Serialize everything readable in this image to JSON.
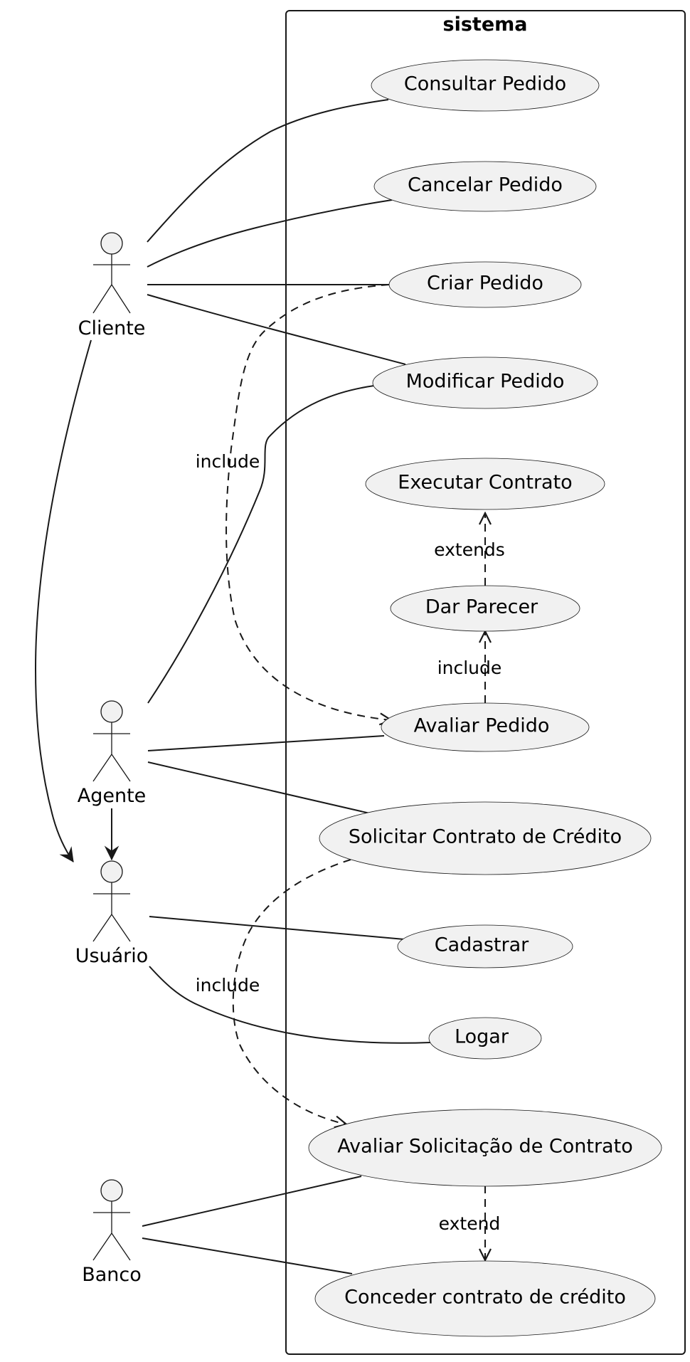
{
  "system": {
    "title": "sistema"
  },
  "actors": {
    "cliente": "Cliente",
    "agente": "Agente",
    "usuario": "Usuário",
    "banco": "Banco"
  },
  "use_cases": {
    "consultar_pedido": "Consultar Pedido",
    "cancelar_pedido": "Cancelar Pedido",
    "criar_pedido": "Criar Pedido",
    "modificar_pedido": "Modificar Pedido",
    "executar_contrato": "Executar Contrato",
    "dar_parecer": "Dar Parecer",
    "avaliar_pedido": "Avaliar Pedido",
    "solicitar_contrato": "Solicitar Contrato de Crédito",
    "cadastrar": "Cadastrar",
    "logar": "Logar",
    "avaliar_solicitacao": "Avaliar Solicitação de Contrato",
    "conceder_contrato": "Conceder contrato de crédito"
  },
  "relations": {
    "include_criar_avaliar": "include",
    "extends_parecer_executar": "extends",
    "include_avaliar_parecer": "include",
    "include_solicitar_avaliar": "include",
    "extend_avaliar_conceder": "extend"
  }
}
